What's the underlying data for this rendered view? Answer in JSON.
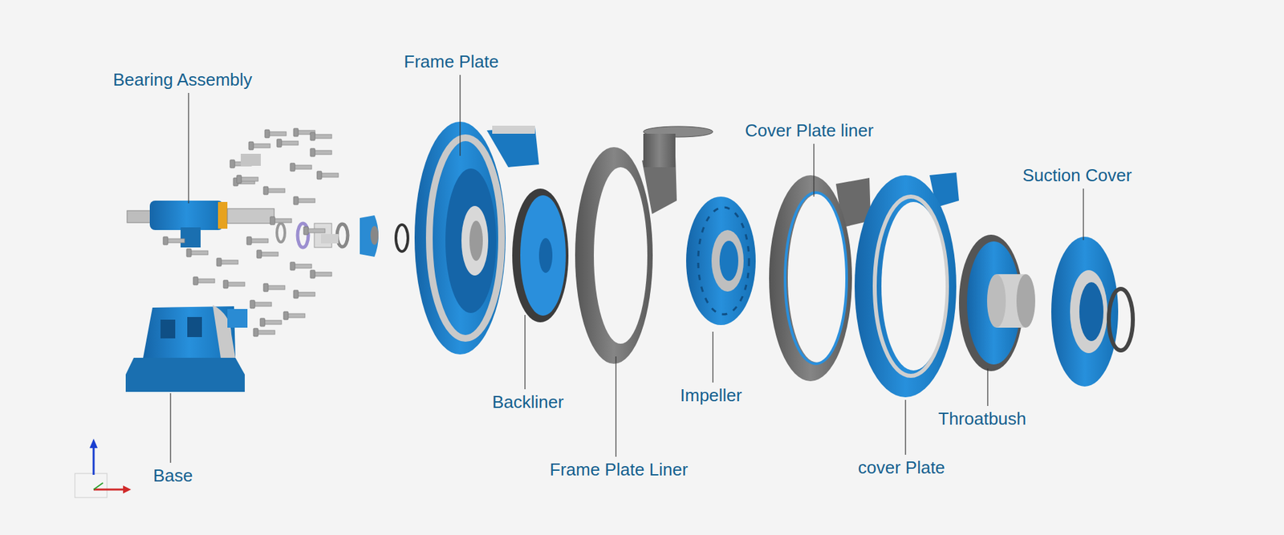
{
  "diagram": {
    "labels": [
      "Bearing Assembly",
      "Frame Plate",
      "Cover Plate liner",
      "Suction Cover",
      "Backliner",
      "Impeller",
      "Throatbush",
      "Frame Plate Liner",
      "cover Plate",
      "Base"
    ]
  }
}
